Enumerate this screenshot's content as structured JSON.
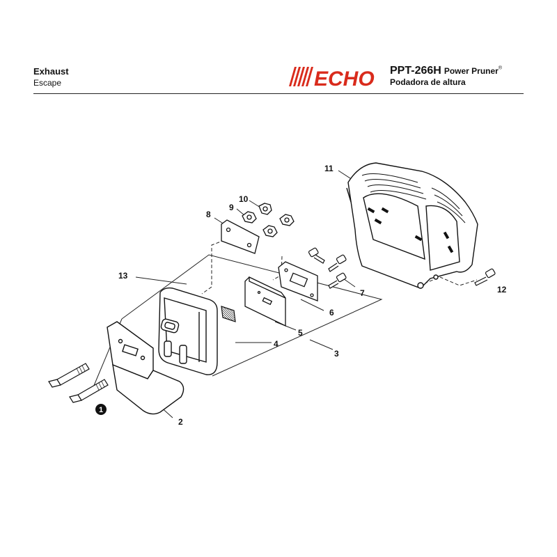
{
  "header": {
    "title_en": "Exhaust",
    "title_es": "Escape",
    "brand": "ECHO",
    "model": "PPT-266H",
    "product_en": "Power Pruner",
    "registered_mark": "®",
    "product_es": "Podadora de altura"
  },
  "colors": {
    "brand_red": "#d92b1c",
    "line": "#222222",
    "background": "#ffffff"
  },
  "callouts": {
    "c1": "1",
    "c2": "2",
    "c3": "3",
    "c4": "4",
    "c5": "5",
    "c6": "6",
    "c7": "7",
    "c8": "8",
    "c9": "9",
    "c10": "10",
    "c11": "11",
    "c12": "12",
    "c13": "13"
  }
}
